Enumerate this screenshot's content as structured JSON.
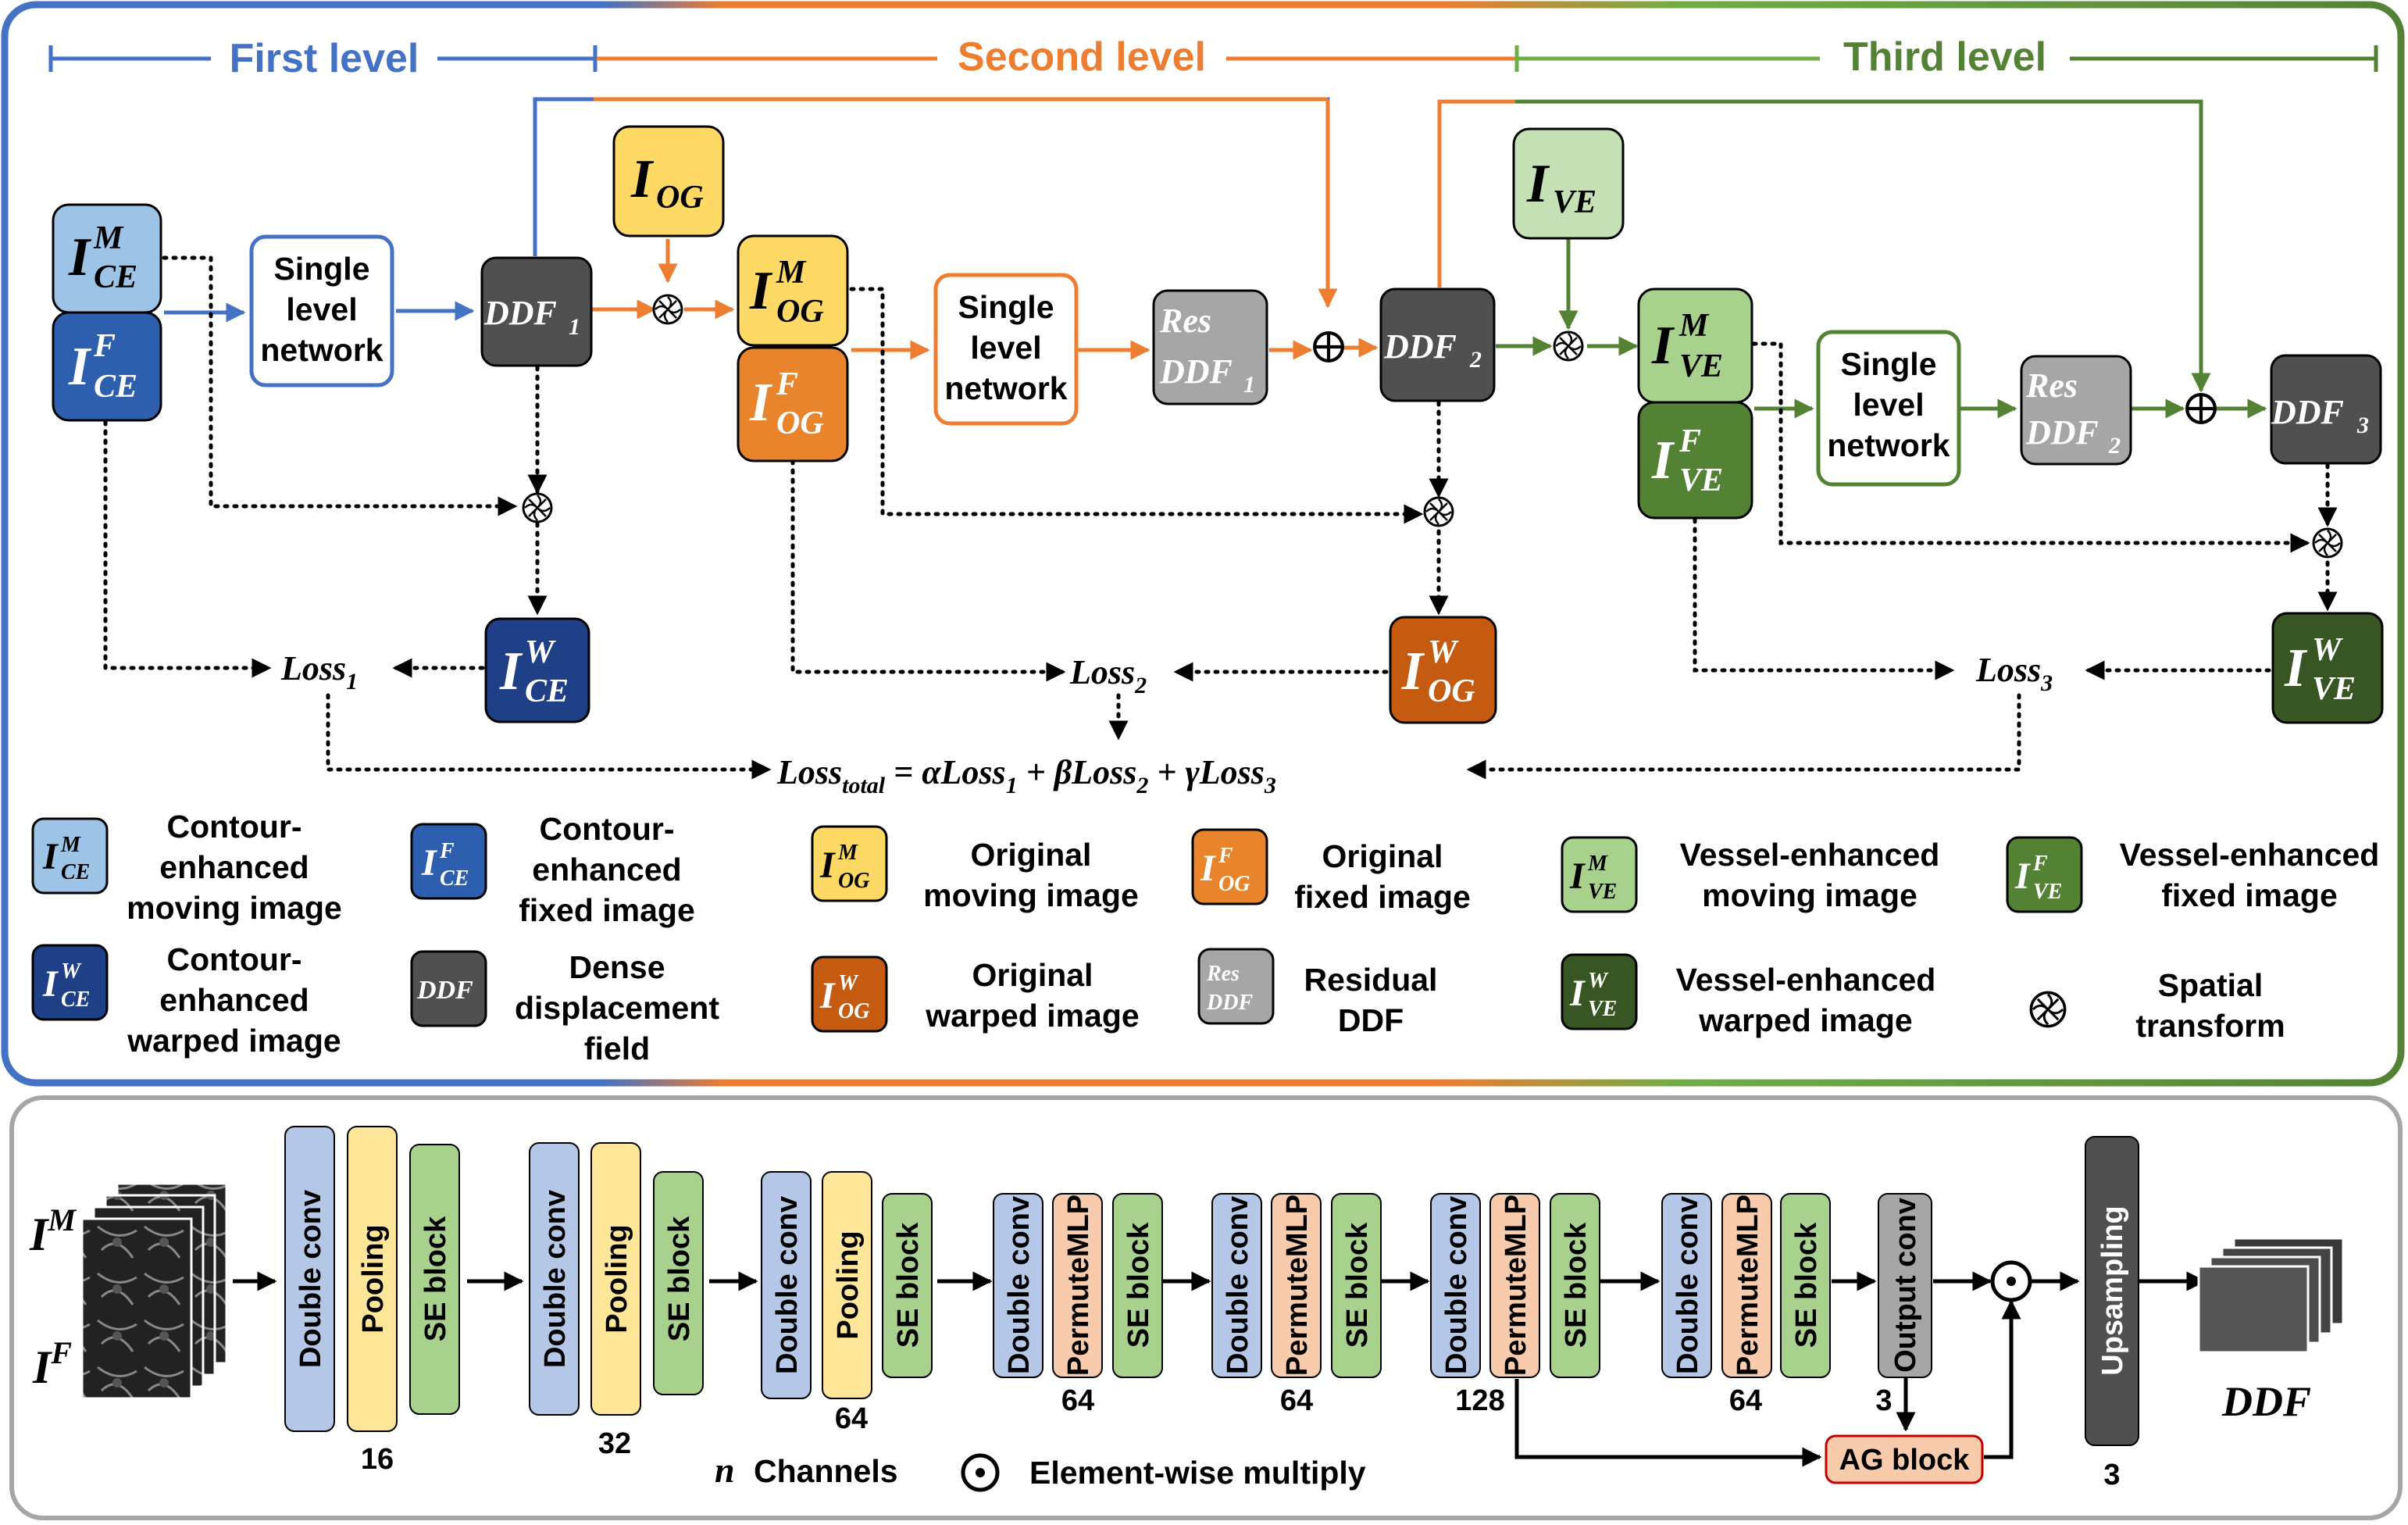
{
  "levels": {
    "first": "First level",
    "second": "Second level",
    "third": "Third level"
  },
  "single_level_network": [
    "Single",
    "level",
    "network"
  ],
  "symbols": {
    "I": "I",
    "moving": "M",
    "fixed": "F",
    "warped": "W",
    "ce": "CE",
    "og": "OG",
    "ve": "VE",
    "ddf": "DDF",
    "res": "Res",
    "loss": "Loss",
    "sub1": "1",
    "sub2": "2",
    "sub3": "3",
    "total": "total",
    "eq_rest": " = αLoss",
    "beta": " + βLoss",
    "gamma": " + γLoss",
    "plus": "+",
    "ddf_label": "DDF",
    "im_upper": "M",
    "if_upper": "F"
  },
  "legend": {
    "ce_m": [
      "Contour-",
      "enhanced",
      "moving image"
    ],
    "ce_f": [
      "Contour-",
      "enhanced",
      "fixed image"
    ],
    "og_m": [
      "Original",
      "moving image"
    ],
    "og_f": [
      "Original",
      "fixed image"
    ],
    "ve_m": [
      "Vessel-enhanced",
      "moving image"
    ],
    "ve_f": [
      "Vessel-enhanced",
      "fixed image"
    ],
    "ce_w": [
      "Contour-",
      "enhanced",
      "warped image"
    ],
    "ddf": [
      "Dense",
      "displacement",
      "field"
    ],
    "og_w": [
      "Original",
      "warped image"
    ],
    "res": [
      "Residual",
      "DDF"
    ],
    "ve_w": [
      "Vessel-enhanced",
      "warped image"
    ],
    "st": [
      "Spatial",
      "transform"
    ]
  },
  "network": {
    "double_conv": "Double conv",
    "pooling": "Pooling",
    "se_block": "SE block",
    "permute_mlp": "PermuteMLP",
    "output_conv": "Output conv",
    "upsampling": "Upsampling",
    "ag_block": "AG block",
    "channels": [
      "16",
      "32",
      "64",
      "64",
      "64",
      "128",
      "64",
      "3",
      "3"
    ],
    "legend_n": "n",
    "legend_channels": "Channels",
    "legend_multiply": "Element-wise multiply"
  },
  "colors": {
    "blue": "#4472C4",
    "orange": "#ED7D31",
    "green": "#548235",
    "ce_m": "#9DC3E6",
    "ce_f": "#2E5FAE",
    "ce_w": "#1F3F86",
    "og_m": "#FFD966",
    "og_f": "#E8842C",
    "og_w": "#C55A11",
    "ve_m": "#A9D18E",
    "ve_f": "#548235",
    "ve_w": "#375623",
    "ddf": "#505050",
    "res": "#A6A6A6",
    "dconv": "#B4C7E7",
    "pool": "#FFE699",
    "se": "#A9D18E",
    "mlp": "#F8CBAD",
    "ag": "#F8CBAD"
  }
}
